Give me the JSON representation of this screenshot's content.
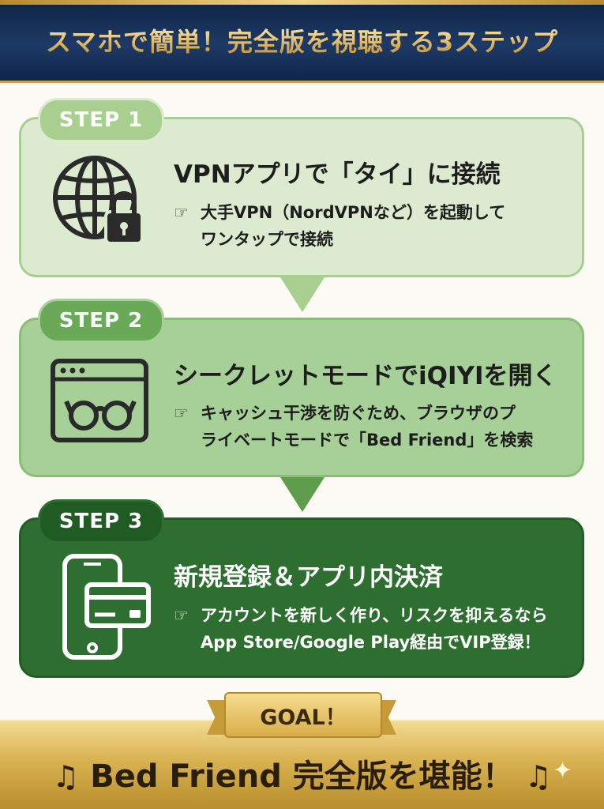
{
  "header": {
    "title": "スマホで簡単！完全版を視聴する3ステップ"
  },
  "steps": [
    {
      "badge": "STEP 1",
      "title": "VPNアプリで「タイ」に接続",
      "desc_line1": "大手VPN（NordVPNなど）を起動して",
      "desc_line2": "ワンタップで接続",
      "icon": "globe-lock-icon"
    },
    {
      "badge": "STEP 2",
      "title": "シークレットモードでiQIYIを開く",
      "desc_line1": "キャッシュ干渉を防ぐため、ブラウザのプ",
      "desc_line2": "ライベートモードで「Bed Friend」を検索",
      "icon": "browser-glasses-icon"
    },
    {
      "badge": "STEP 3",
      "title": "新規登録＆アプリ内決済",
      "desc_line1": "アカウントを新しく作り、リスクを抑えるなら",
      "desc_line2": "App Store/Google Play経由でVIP登録！",
      "icon": "phone-card-icon"
    }
  ],
  "pointer_glyph": "☞",
  "footer": {
    "ribbon": "GOAL！",
    "title": "Bed Friend 完全版を堪能！",
    "note_glyph": "♫",
    "sparkle_glyph": "✦"
  },
  "colors": {
    "header_bg": "#1d3a66",
    "gold": "#d9b251",
    "step1_bg": "#dcebd0",
    "step2_bg": "#a7d098",
    "step3_bg": "#2e6f31"
  }
}
